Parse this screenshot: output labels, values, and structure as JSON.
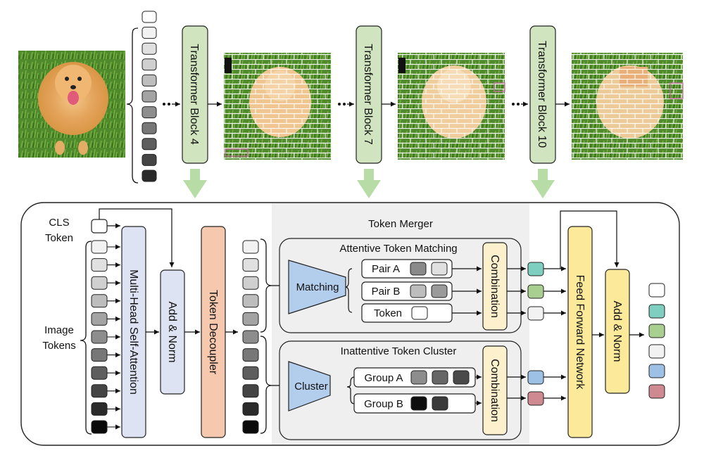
{
  "top_row": {
    "blocks": [
      "Transformer Block 4",
      "Transformer Block 7",
      "Transformer Block 10"
    ]
  },
  "detail": {
    "cls_label": "CLS",
    "cls_label2": "Token",
    "image_label": "Image",
    "image_label2": "Tokens",
    "mhsa": "Multi-Head Self-Attention",
    "add_norm_1": "Add & Norm",
    "decoupler": "Token Decoupler",
    "merger_title": "Token Merger",
    "matching_title": "Attentive Token Matching",
    "matching": "Matching",
    "pair_a": "Pair A",
    "pair_b": "Pair B",
    "token": "Token",
    "combination_1": "Combination",
    "cluster_title": "Inattentive Token Cluster",
    "cluster": "Cluster",
    "group_a": "Group A",
    "group_b": "Group B",
    "combination_2": "Combination",
    "ffn": "Feed Forward Network",
    "add_norm_2": "Add & Norm"
  },
  "colors": {
    "green_block": "#cfe4bf",
    "mhsa": "#dde3f3",
    "decoupler": "#f6c8ae",
    "merger_bg": "#efefef",
    "matching": "#b3cdec",
    "combination": "#fdf0cc",
    "ffn": "#fde99a",
    "teal": "#7fcfc0",
    "green": "#a9cf90",
    "blue": "#9dc1e4",
    "pink": "#cf8a91"
  }
}
